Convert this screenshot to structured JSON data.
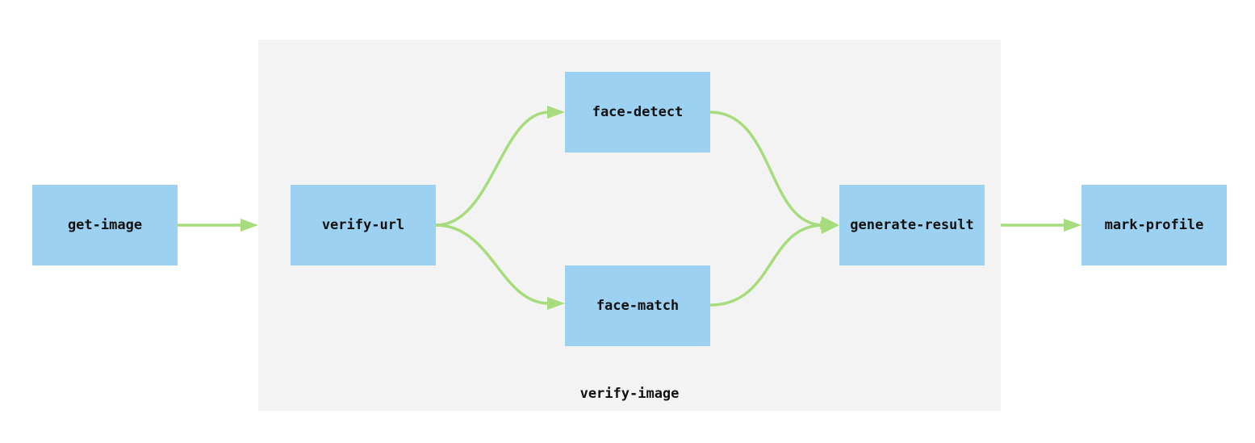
{
  "diagram": {
    "group": {
      "label": "verify-image",
      "fill_color": "#f3f3f3"
    },
    "nodes": [
      {
        "id": "get-image",
        "label": "get-image"
      },
      {
        "id": "verify-url",
        "label": "verify-url"
      },
      {
        "id": "face-detect",
        "label": "face-detect"
      },
      {
        "id": "face-match",
        "label": "face-match"
      },
      {
        "id": "generate-result",
        "label": "generate-result"
      },
      {
        "id": "mark-profile",
        "label": "mark-profile"
      }
    ],
    "edges": [
      {
        "from": "get-image",
        "to": "verify-image"
      },
      {
        "from": "verify-url",
        "to": "face-detect"
      },
      {
        "from": "verify-url",
        "to": "face-match"
      },
      {
        "from": "face-detect",
        "to": "generate-result"
      },
      {
        "from": "face-match",
        "to": "generate-result"
      },
      {
        "from": "verify-image",
        "to": "mark-profile"
      }
    ],
    "colors": {
      "node_fill": "#9dd1f2",
      "edge": "#a6dc7c",
      "text": "#111111"
    }
  }
}
